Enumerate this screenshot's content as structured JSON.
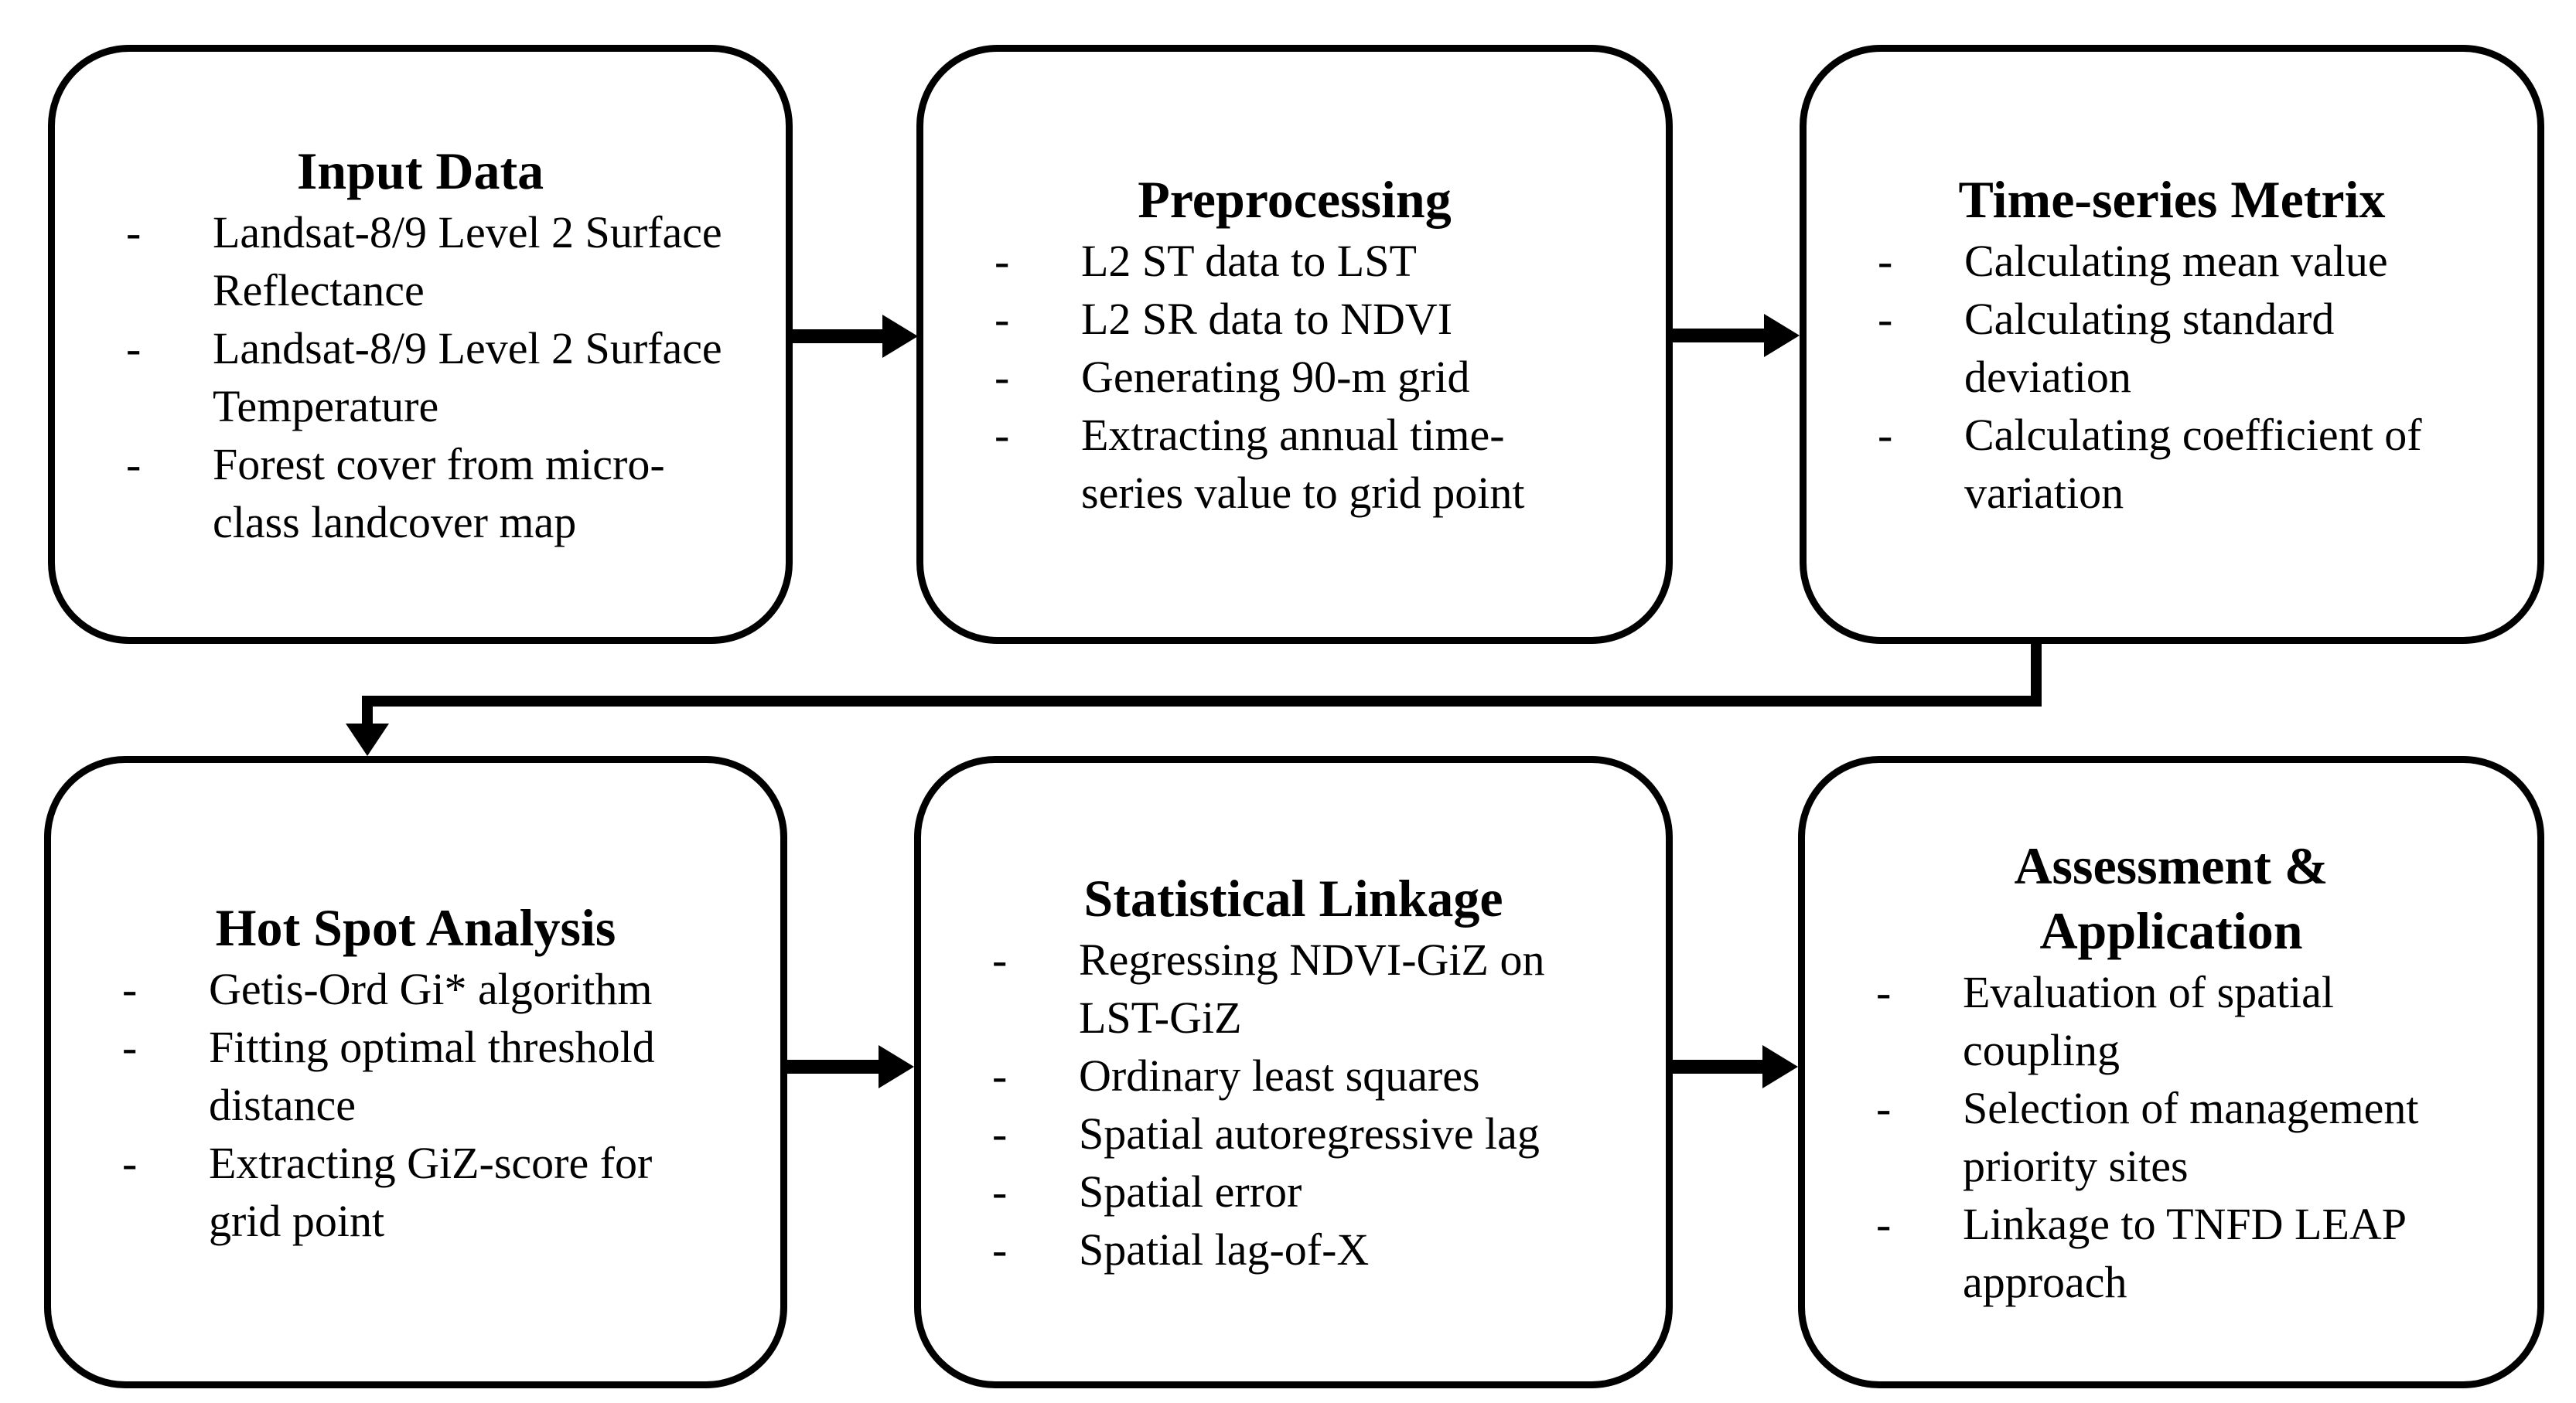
{
  "figure": {
    "description": "Methodology workflow flowchart with six rounded process boxes connected by arrows",
    "colors": {
      "background": "#ffffff",
      "ink": "#000000"
    }
  },
  "bullet": "-",
  "boxes": [
    {
      "title": "Input Data",
      "items": [
        "Landsat-8/9 Level 2 Surface\nReflectance",
        "Landsat-8/9 Level 2 Surface\nTemperature",
        "Forest cover from micro-\nclass landcover map"
      ]
    },
    {
      "title": "Preprocessing",
      "items": [
        "L2 ST data to LST",
        "L2 SR data to NDVI",
        "Generating 90-m grid",
        "Extracting annual time-\nseries value to grid point"
      ]
    },
    {
      "title": "Time-series Metrix",
      "items": [
        "Calculating mean value",
        "Calculating standard\ndeviation",
        "Calculating coefficient of\nvariation"
      ]
    },
    {
      "title": "Hot Spot Analysis",
      "items": [
        "Getis-Ord Gi* algorithm",
        "Fitting optimal threshold\ndistance",
        "Extracting GiZ-score for\ngrid point"
      ]
    },
    {
      "title": "Statistical Linkage",
      "items": [
        "Regressing NDVI-GiZ on\nLST-GiZ",
        "Ordinary least squares",
        "Spatial autoregressive lag",
        "Spatial error",
        "Spatial lag-of-X"
      ]
    },
    {
      "title": "Assessment &\nApplication",
      "items": [
        "Evaluation of spatial\ncoupling",
        "Selection of management\npriority sites",
        "Linkage to TNFD LEAP\napproach"
      ]
    }
  ]
}
